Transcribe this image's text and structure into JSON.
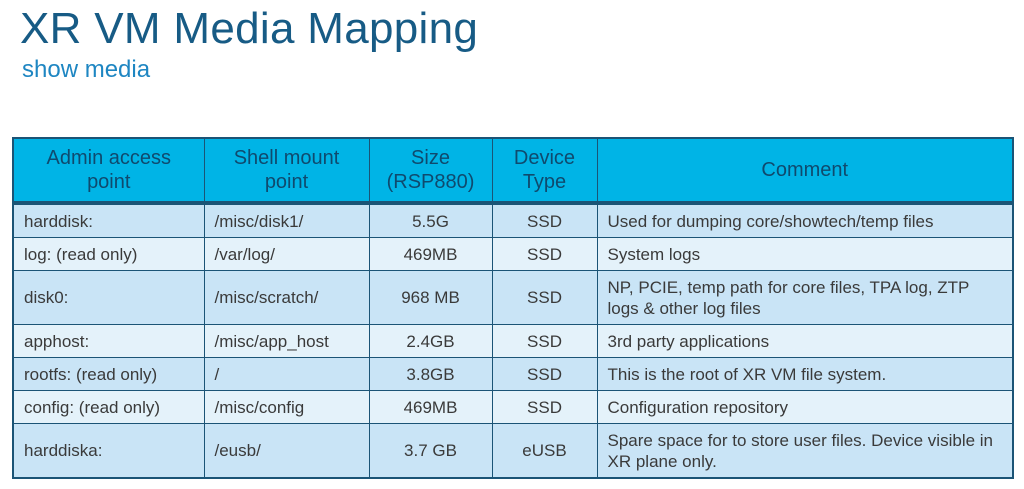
{
  "title": "XR VM Media Mapping",
  "subtitle": "show media",
  "table": {
    "headers": [
      "Admin access point",
      "Shell mount point",
      "Size (RSP880)",
      "Device Type",
      "Comment"
    ],
    "rows": [
      [
        "harddisk:",
        "/misc/disk1/",
        "5.5G",
        "SSD",
        "Used for dumping core/showtech/temp files"
      ],
      [
        "log: (read only)",
        "/var/log/",
        "469MB",
        "SSD",
        "System logs"
      ],
      [
        "disk0:",
        "/misc/scratch/",
        "968 MB",
        "SSD",
        "NP, PCIE, temp path for core files, TPA log, ZTP logs & other log files"
      ],
      [
        "apphost:",
        "/misc/app_host",
        "2.4GB",
        "SSD",
        "3rd party applications"
      ],
      [
        "rootfs: (read only)",
        "/",
        "3.8GB",
        "SSD",
        "This is the root of XR VM file system."
      ],
      [
        "config: (read only)",
        "/misc/config",
        "469MB",
        "SSD",
        "Configuration repository"
      ],
      [
        "harddiska:",
        "/eusb/",
        "3.7 GB",
        "eUSB",
        "Spare space for to store user files. Device visible in XR plane only."
      ]
    ]
  }
}
